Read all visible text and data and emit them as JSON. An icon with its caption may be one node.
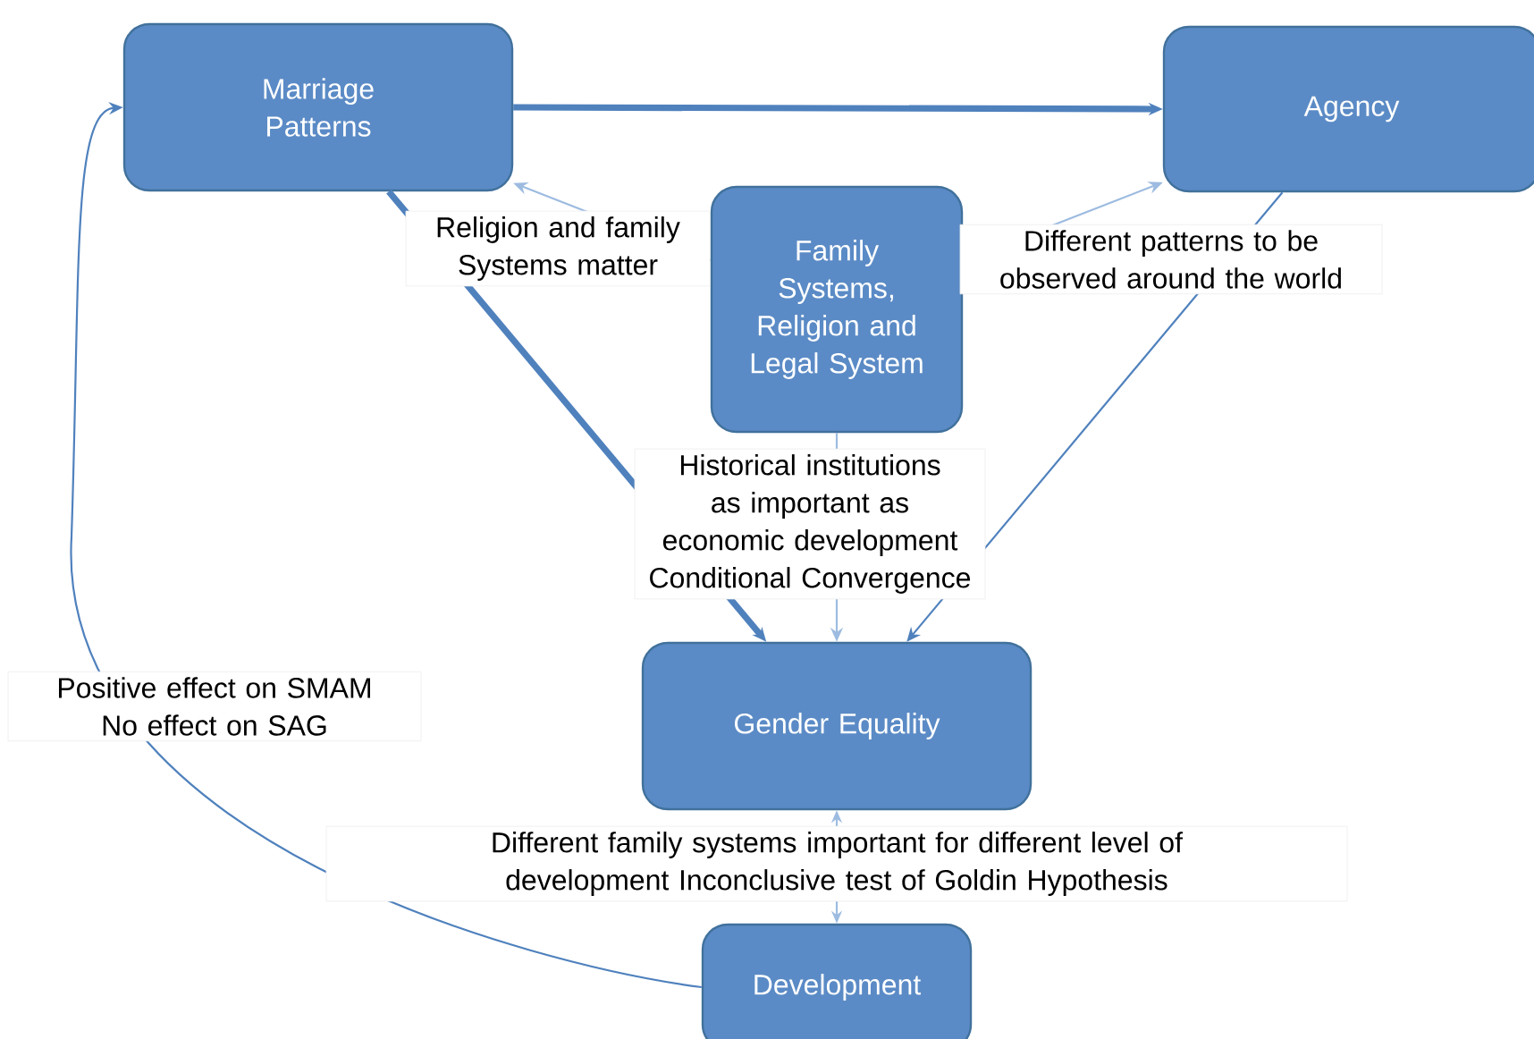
{
  "diagram": {
    "nodes": [
      {
        "text": [
          "Marriage Patterns"
        ]
      },
      {
        "text": [
          "Agency"
        ]
      },
      {
        "text": [
          "Family Systems, Religion and Legal System"
        ]
      },
      {
        "text": [
          "Gender Equality"
        ]
      },
      {
        "text": [
          "Development"
        ]
      }
    ],
    "edges": [
      {
        "from": 0,
        "to": 1,
        "arrow": "to",
        "style": "thick"
      },
      {
        "from": 2,
        "to": 0,
        "arrow": "to",
        "color": "#9dbbe0",
        "label": "Religion and family Systems matter"
      },
      {
        "from": 2,
        "to": 1,
        "arrow": "to",
        "color": "#9dbbe0",
        "label": "Different patterns to be observed around the world"
      },
      {
        "from": 0,
        "to": 3,
        "arrow": "to",
        "style": "thick"
      },
      {
        "from": 2,
        "to": 3,
        "arrow": "to",
        "color": "#9dbbe0",
        "label": "Historical institutions as important as economic development Conditional Convergence"
      },
      {
        "from": 1,
        "to": 3,
        "arrow": "to"
      },
      {
        "from": 3,
        "to": 4,
        "arrow": "both",
        "color": "#9dbbe0",
        "label": "Different family systems important for different level of development Inconclusive test of Goldin Hypothesis"
      },
      {
        "from": 4,
        "to": 0,
        "arrow": "to",
        "label": "Positive effect on SMAM No effect on SAG"
      }
    ]
  }
}
